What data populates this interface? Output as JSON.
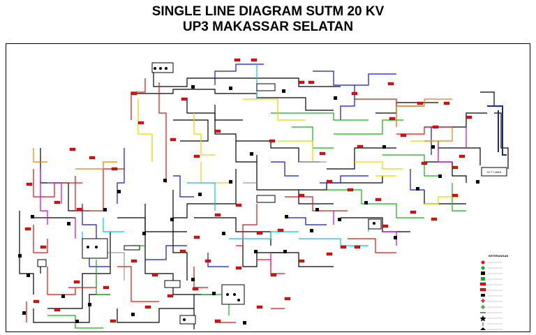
{
  "title_line1": "SINGLE LINE DIAGRAM SUTM 20 KV",
  "title_line2": "UP3 MAKASSAR SELATAN",
  "box_labels": {
    "gi_label": "GI T. LAMA"
  },
  "legend": {
    "title": "KETERANGAN"
  },
  "colors": {
    "black": "#000000",
    "red": "#e01010",
    "blue": "#1010e0",
    "green": "#10b010",
    "yellow": "#e8d800",
    "cyan": "#00c8e0",
    "magenta": "#d000d0",
    "orange": "#e08000",
    "gray": "#808080",
    "navy": "#1a2a8a"
  }
}
